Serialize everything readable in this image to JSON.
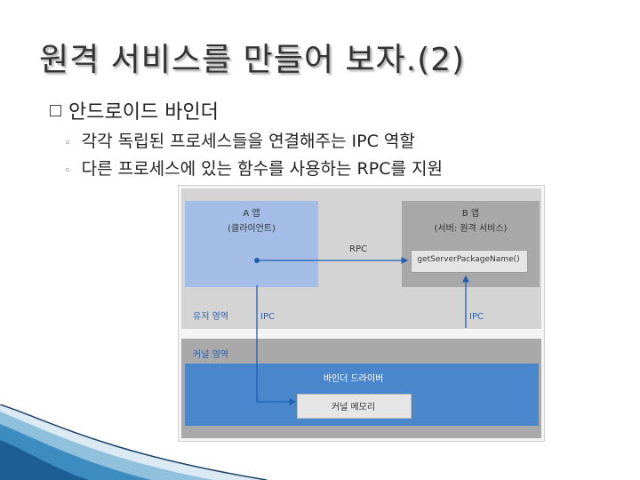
{
  "slide": {
    "title": "원격 서비스를 만들어 보자.(2)",
    "bullet_main": "안드로이드 바인더",
    "bullet_subs": [
      "각각 독립된 프로세스들을 연결해주는 IPC 역할",
      "다른 프로세스에 있는 함수를 사용하는 RPC를 지원"
    ]
  },
  "diagram": {
    "app_a_title": "A 앱",
    "app_a_sub": "(클라이언트)",
    "app_b_title": "B 앱",
    "app_b_sub": "(서버: 원격 서비스)",
    "rpc_label": "RPC",
    "method_label": "getServerPackageName()",
    "user_area_label": "유저 영역",
    "ipc_left": "IPC",
    "ipc_right": "IPC",
    "kernel_area_label": "커널 영역",
    "binder_driver_label": "바인더 드라이버",
    "kernel_memory_label": "커널 메모리"
  },
  "colors": {
    "user_area": "#d4d4d4",
    "kernel_area": "#a9a9a9",
    "app_a": "#a3bde6",
    "app_b": "#a8a8a8",
    "binder": "#4a86cc",
    "arrow": "#1f5fb0",
    "kernel_text": "#2a62b8"
  }
}
